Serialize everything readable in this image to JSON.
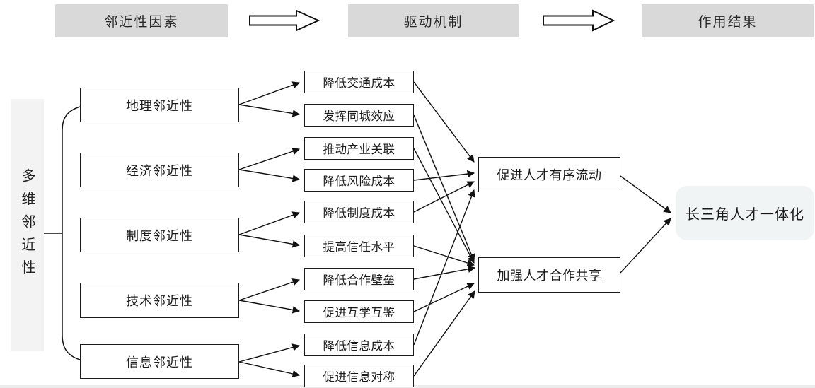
{
  "header": {
    "factors": "邻近性因素",
    "mechanism": "驱动机制",
    "result": "作用结果"
  },
  "root": {
    "label": "多维邻近性"
  },
  "proximity_factors": [
    {
      "label": "地理邻近性"
    },
    {
      "label": "经济邻近性"
    },
    {
      "label": "制度邻近性"
    },
    {
      "label": "技术邻近性"
    },
    {
      "label": "信息邻近性"
    }
  ],
  "mechanisms": [
    {
      "label": "降低交通成本"
    },
    {
      "label": "发挥同城效应"
    },
    {
      "label": "推动产业关联"
    },
    {
      "label": "降低风险成本"
    },
    {
      "label": "降低制度成本"
    },
    {
      "label": "提高信任水平"
    },
    {
      "label": "降低合作壁垒"
    },
    {
      "label": "促进互学互鉴"
    },
    {
      "label": "降低信息成本"
    },
    {
      "label": "促进信息对称"
    }
  ],
  "outcomes": [
    {
      "label": "促进人才有序流动"
    },
    {
      "label": "加强人才合作共享"
    }
  ],
  "final_outcome": {
    "label": "长三角人才一体化"
  },
  "edges": {
    "root_to_factors": [
      0,
      1,
      2,
      3,
      4
    ],
    "factor_to_mechanisms": [
      [
        0,
        1
      ],
      [
        2,
        3
      ],
      [
        4,
        5
      ],
      [
        6,
        7
      ],
      [
        8,
        9
      ]
    ],
    "mechanism_to_outcome": [
      0,
      1,
      1,
      0,
      0,
      1,
      1,
      1,
      0,
      1
    ],
    "outcome_to_final": [
      0,
      1
    ]
  },
  "colors": {
    "stage_fill": "#d9d9d9",
    "root_panel_fill": "#f3f3f3",
    "final_fill": "#f1f4f4",
    "box_border": "#1c1c1c",
    "line": "#111111"
  }
}
